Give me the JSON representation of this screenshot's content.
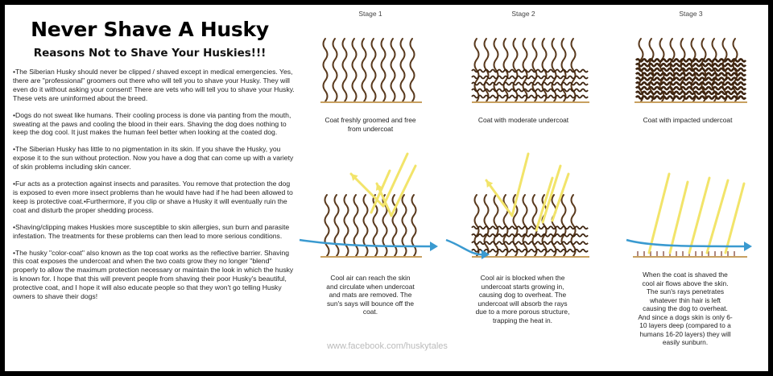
{
  "title": "Never Shave A Husky",
  "subtitle": "Reasons Not to Shave Your Huskies!!!",
  "paragraphs": [
    "•The Siberian Husky should never be clipped / shaved except in medical emergencies. Yes, there are \"professional\" groomers out there who will tell you to shave your Husky. They will even do it without asking your consent! There are vets who will tell you to shave your Husky. These vets are uninformed about the breed.",
    "•Dogs do not sweat like humans. Their cooling process is done via panting from the mouth, sweating at the paws and cooling the blood in their ears. Shaving the dog does nothing to keep the dog cool. It just makes the human feel better when looking at the coated dog.",
    "•The Siberian Husky has little to no pigmentation in its skin. If you shave the Husky, you expose it to the sun without protection. Now you have a dog that can come up with a variety of skin problems including skin cancer.",
    "•Fur acts as a protection against insects and parasites. You remove that protection the dog is exposed to even more insect problems than he would have had if he had been allowed to keep is protective coat.•Furthermore, if you clip or shave a Husky it will eventually ruin the coat and disturb the proper shedding process.",
    "•Shaving/clipping makes Huskies more susceptible to skin allergies, sun burn and parasite infestation. The treatments for these problems can then lead to more serious conditions.",
    "•The husky \"color-coat\" also known as the top coat works as the reflective barrier. Shaving this coat exposes the undercoat and when the two coats grow they no longer \"blend\" properly to allow the maximum protection necessary or maintain the look in which the husky is known for. I hope that this will prevent people from shaving their poor Husky's beautiful, protective coat, and I hope it will also educate people so that they won't go telling Husky owners to shave their dogs!"
  ],
  "stages": [
    {
      "title": "Stage 1",
      "top_caption": "Coat freshly groomed and free from undercoat",
      "bottom_caption": "Cool air can reach the skin and circulate when undercoat and mats are removed. The sun's says will bounce off the coat."
    },
    {
      "title": "Stage 2",
      "top_caption": "Coat with moderate undercoat",
      "bottom_caption": "Cool air is blocked when the undercoat starts growing in, causing dog to overheat. The undercoat will absorb the rays due to a more porous structure, trapping the heat in."
    },
    {
      "title": "Stage 3",
      "top_caption": "Coat with impacted undercoat",
      "bottom_caption": "When the coat is shaved the cool air flows above the skin. The sun's rays penetrates whatever thin hair is left causing the dog to overheat. And since a dogs skin is only 6-10 layers deep (compared to a humans 16-20 layers) they will easily sunburn."
    }
  ],
  "watermark": "www.facebook.com/huskytales",
  "colors": {
    "background_border": "#000000",
    "hair_brown": "#5a3a1e",
    "undercoat_dark": "#3d2410",
    "skin_line": "#c8a060",
    "sun_ray_yellow": "#f2e46a",
    "air_arrow_blue": "#3a9ad0"
  }
}
